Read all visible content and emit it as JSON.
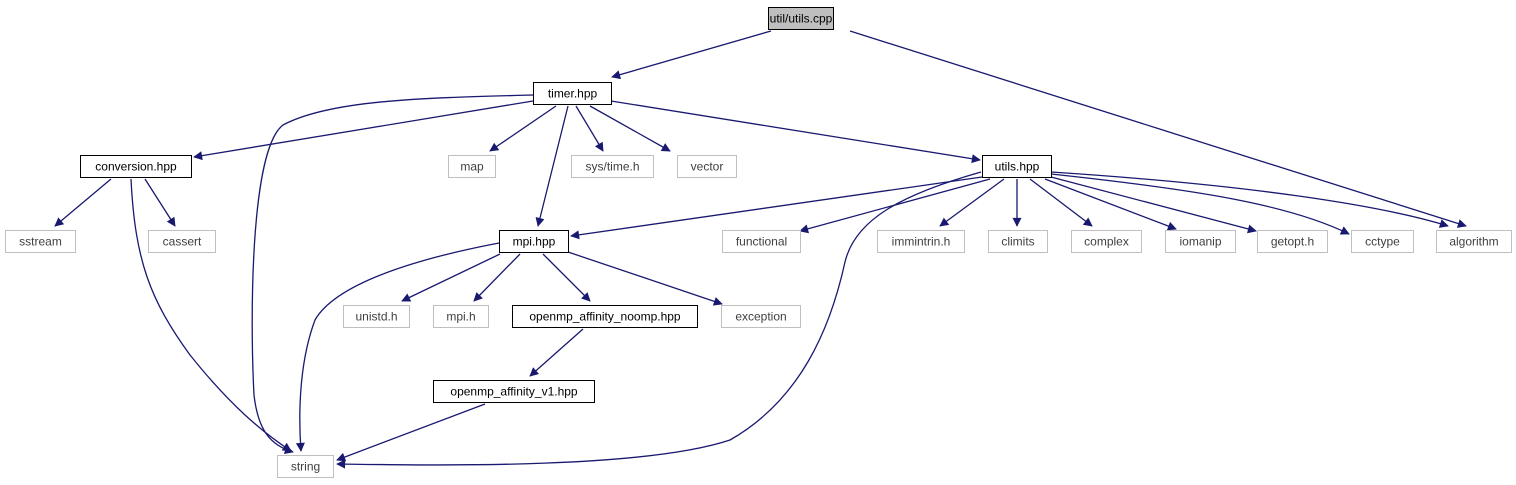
{
  "graph": {
    "root": "util/utils.cpp",
    "nodes": [
      {
        "id": "utils_cpp",
        "label": "util/utils.cpp",
        "kind": "root"
      },
      {
        "id": "timer_hpp",
        "label": "timer.hpp",
        "kind": "documented"
      },
      {
        "id": "conversion_hpp",
        "label": "conversion.hpp",
        "kind": "documented"
      },
      {
        "id": "map",
        "label": "map",
        "kind": "external"
      },
      {
        "id": "sys_time_h",
        "label": "sys/time.h",
        "kind": "external"
      },
      {
        "id": "vector",
        "label": "vector",
        "kind": "external"
      },
      {
        "id": "utils_hpp",
        "label": "utils.hpp",
        "kind": "documented"
      },
      {
        "id": "sstream",
        "label": "sstream",
        "kind": "external"
      },
      {
        "id": "cassert",
        "label": "cassert",
        "kind": "external"
      },
      {
        "id": "mpi_hpp",
        "label": "mpi.hpp",
        "kind": "documented"
      },
      {
        "id": "functional",
        "label": "functional",
        "kind": "external"
      },
      {
        "id": "immintrin_h",
        "label": "immintrin.h",
        "kind": "external"
      },
      {
        "id": "climits",
        "label": "climits",
        "kind": "external"
      },
      {
        "id": "complex",
        "label": "complex",
        "kind": "external"
      },
      {
        "id": "iomanip",
        "label": "iomanip",
        "kind": "external"
      },
      {
        "id": "getopt_h",
        "label": "getopt.h",
        "kind": "external"
      },
      {
        "id": "cctype",
        "label": "cctype",
        "kind": "external"
      },
      {
        "id": "algorithm",
        "label": "algorithm",
        "kind": "external"
      },
      {
        "id": "unistd_h",
        "label": "unistd.h",
        "kind": "external"
      },
      {
        "id": "mpi_h",
        "label": "mpi.h",
        "kind": "external"
      },
      {
        "id": "openmp_noomp",
        "label": "openmp_affinity_noomp.hpp",
        "kind": "documented"
      },
      {
        "id": "exception",
        "label": "exception",
        "kind": "external"
      },
      {
        "id": "openmp_v1",
        "label": "openmp_affinity_v1.hpp",
        "kind": "documented"
      },
      {
        "id": "string",
        "label": "string",
        "kind": "external"
      }
    ],
    "edges": [
      {
        "from": "utils_cpp",
        "to": "timer_hpp"
      },
      {
        "from": "utils_cpp",
        "to": "algorithm"
      },
      {
        "from": "timer_hpp",
        "to": "conversion_hpp"
      },
      {
        "from": "timer_hpp",
        "to": "string"
      },
      {
        "from": "timer_hpp",
        "to": "map"
      },
      {
        "from": "timer_hpp",
        "to": "mpi_hpp"
      },
      {
        "from": "timer_hpp",
        "to": "sys_time_h"
      },
      {
        "from": "timer_hpp",
        "to": "vector"
      },
      {
        "from": "timer_hpp",
        "to": "utils_hpp"
      },
      {
        "from": "conversion_hpp",
        "to": "sstream"
      },
      {
        "from": "conversion_hpp",
        "to": "cassert"
      },
      {
        "from": "conversion_hpp",
        "to": "string"
      },
      {
        "from": "utils_hpp",
        "to": "mpi_hpp"
      },
      {
        "from": "utils_hpp",
        "to": "string"
      },
      {
        "from": "utils_hpp",
        "to": "functional"
      },
      {
        "from": "utils_hpp",
        "to": "immintrin_h"
      },
      {
        "from": "utils_hpp",
        "to": "climits"
      },
      {
        "from": "utils_hpp",
        "to": "complex"
      },
      {
        "from": "utils_hpp",
        "to": "iomanip"
      },
      {
        "from": "utils_hpp",
        "to": "getopt_h"
      },
      {
        "from": "utils_hpp",
        "to": "cctype"
      },
      {
        "from": "utils_hpp",
        "to": "algorithm"
      },
      {
        "from": "mpi_hpp",
        "to": "string"
      },
      {
        "from": "mpi_hpp",
        "to": "unistd_h"
      },
      {
        "from": "mpi_hpp",
        "to": "mpi_h"
      },
      {
        "from": "mpi_hpp",
        "to": "openmp_noomp"
      },
      {
        "from": "mpi_hpp",
        "to": "exception"
      },
      {
        "from": "openmp_noomp",
        "to": "openmp_v1"
      },
      {
        "from": "openmp_v1",
        "to": "string"
      }
    ]
  },
  "colors": {
    "edge": "#191970",
    "root_fill": "#bfbfbf",
    "documented_border": "#000000",
    "external_border": "#bfbfbf",
    "external_text": "#404040",
    "text": "#000000"
  }
}
